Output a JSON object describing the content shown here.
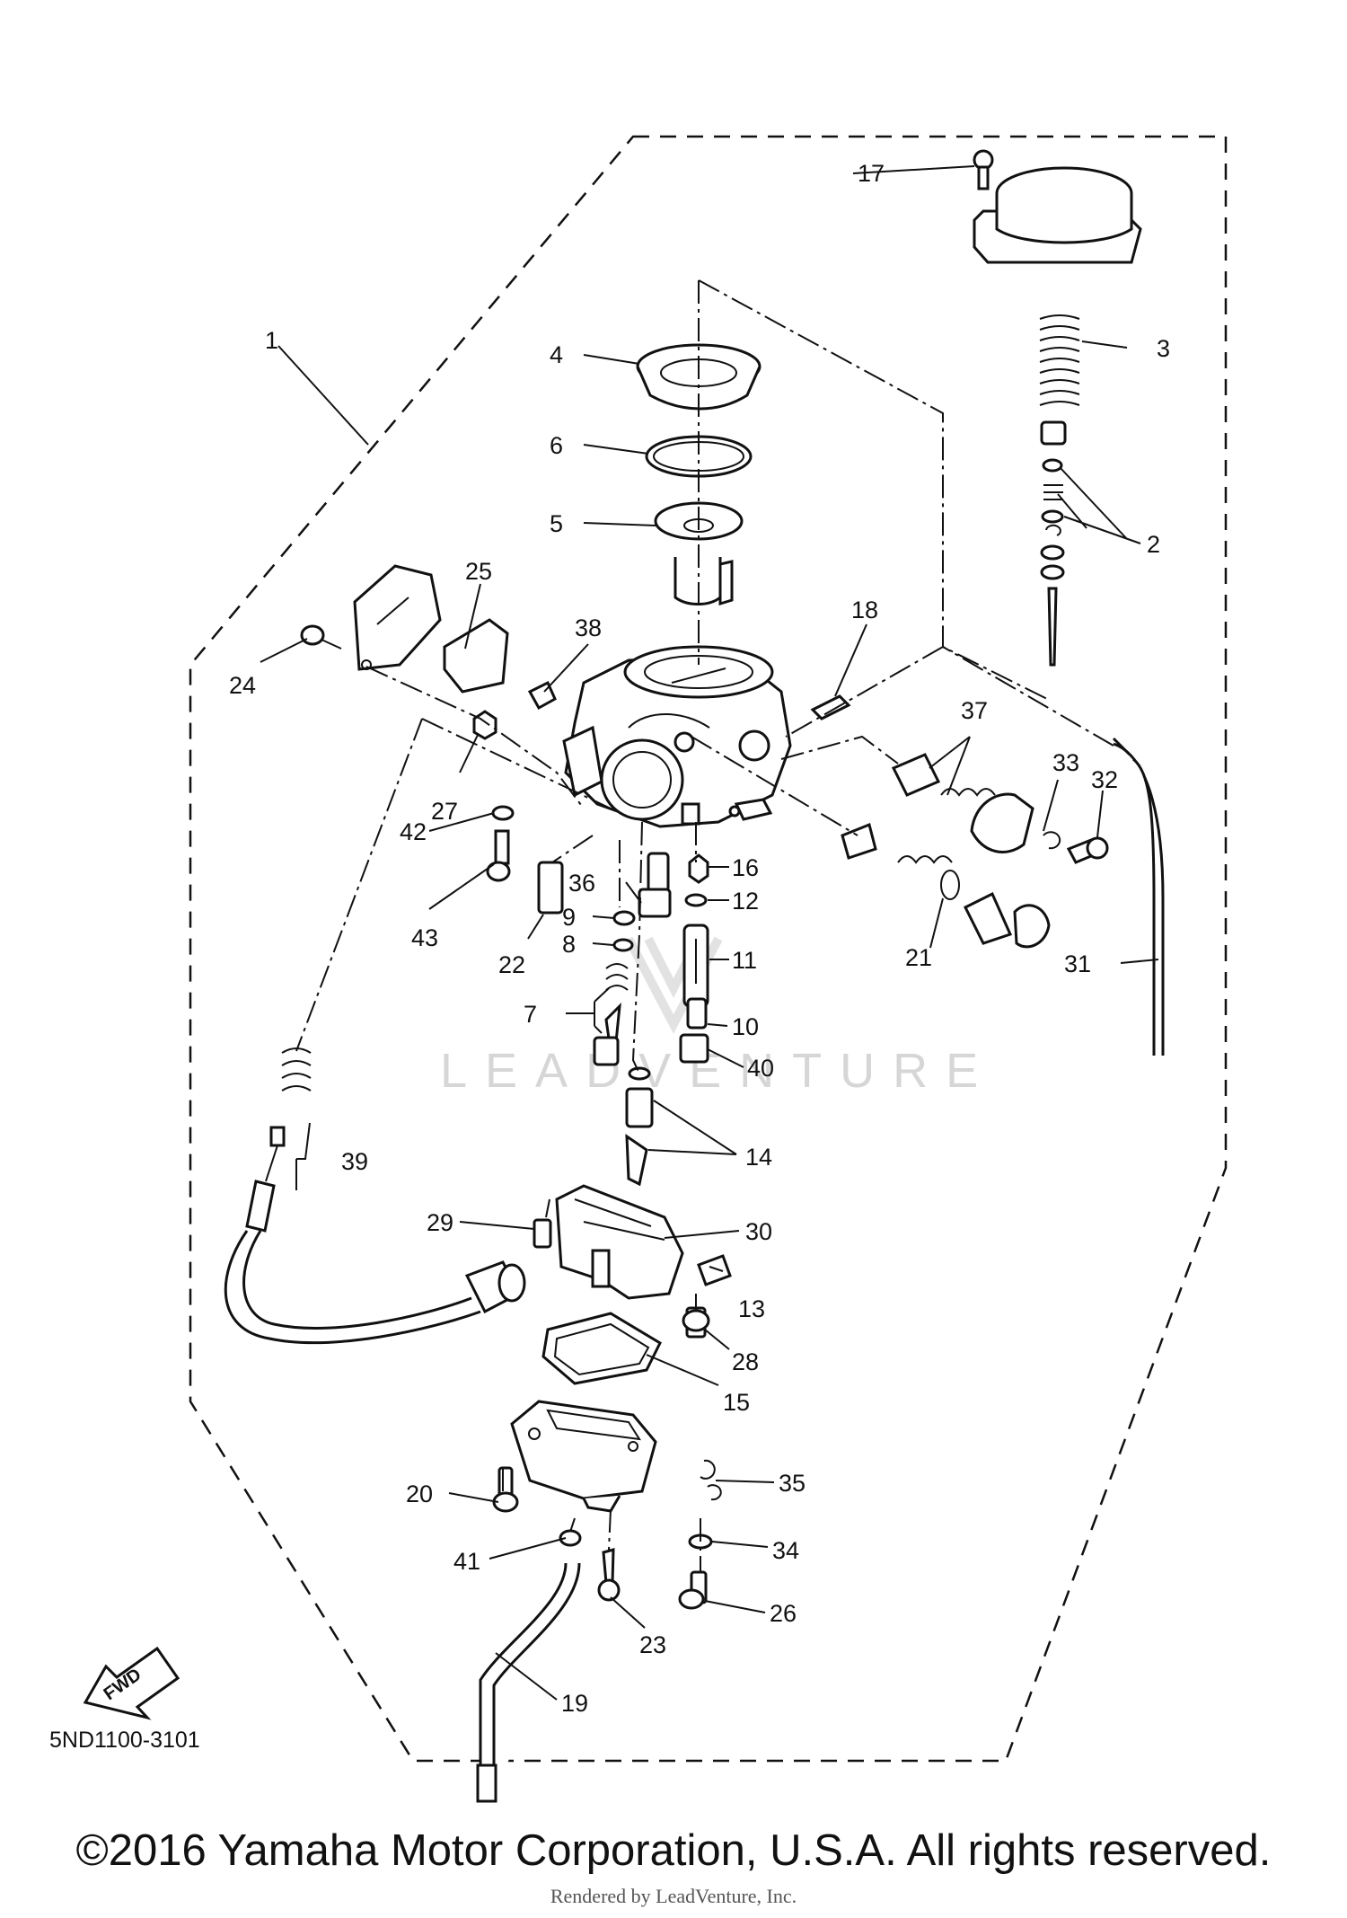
{
  "diagram": {
    "part_code": "5ND1100-3101",
    "fwd_label": "FWD",
    "watermark": "LEADVENTURE",
    "copyright": "©2016 Yamaha Motor Corporation, U.S.A. All rights reserved.",
    "rendered_by": "Rendered by LeadVenture, Inc."
  },
  "callouts": [
    {
      "n": "1"
    },
    {
      "n": "2"
    },
    {
      "n": "3"
    },
    {
      "n": "4"
    },
    {
      "n": "5"
    },
    {
      "n": "6"
    },
    {
      "n": "7"
    },
    {
      "n": "8"
    },
    {
      "n": "9"
    },
    {
      "n": "10"
    },
    {
      "n": "11"
    },
    {
      "n": "12"
    },
    {
      "n": "13"
    },
    {
      "n": "14"
    },
    {
      "n": "15"
    },
    {
      "n": "16"
    },
    {
      "n": "17"
    },
    {
      "n": "18"
    },
    {
      "n": "19"
    },
    {
      "n": "20"
    },
    {
      "n": "21"
    },
    {
      "n": "22"
    },
    {
      "n": "23"
    },
    {
      "n": "24"
    },
    {
      "n": "25"
    },
    {
      "n": "26"
    },
    {
      "n": "27"
    },
    {
      "n": "28"
    },
    {
      "n": "29"
    },
    {
      "n": "30"
    },
    {
      "n": "31"
    },
    {
      "n": "32"
    },
    {
      "n": "33"
    },
    {
      "n": "34"
    },
    {
      "n": "35"
    },
    {
      "n": "36"
    },
    {
      "n": "37"
    },
    {
      "n": "38"
    },
    {
      "n": "39"
    },
    {
      "n": "40"
    },
    {
      "n": "41"
    },
    {
      "n": "42"
    },
    {
      "n": "43"
    }
  ]
}
